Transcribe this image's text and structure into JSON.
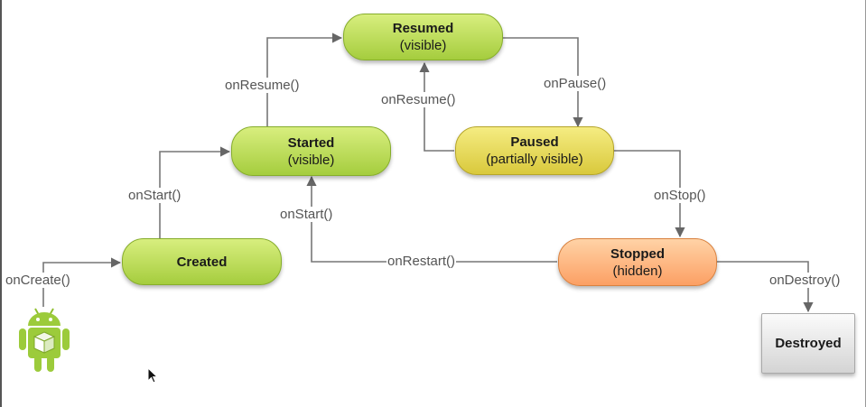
{
  "states": {
    "resumed": {
      "title": "Resumed",
      "sub": "(visible)"
    },
    "started": {
      "title": "Started",
      "sub": "(visible)"
    },
    "paused": {
      "title": "Paused",
      "sub": "(partially visible)"
    },
    "created": {
      "title": "Created"
    },
    "stopped": {
      "title": "Stopped",
      "sub": "(hidden)"
    },
    "destroyed": {
      "title": "Destroyed"
    }
  },
  "transitions": {
    "on_create": "onCreate()",
    "on_start_1": "onStart()",
    "on_resume_1": "onResume()",
    "on_pause": "onPause()",
    "on_resume_2": "onResume()",
    "on_stop": "onStop()",
    "on_start_2": "onStart()",
    "on_restart": "onRestart()",
    "on_destroy": "onDestroy()"
  },
  "colors": {
    "active_state": "#b5d957",
    "paused_state": "#e6da5a",
    "stopped_state": "#fdb37e",
    "destroyed_state": "#e4e4e4",
    "arrow": "#666666"
  },
  "icons": {
    "start": "android-robot-icon",
    "pointer": "mouse-cursor-icon"
  }
}
